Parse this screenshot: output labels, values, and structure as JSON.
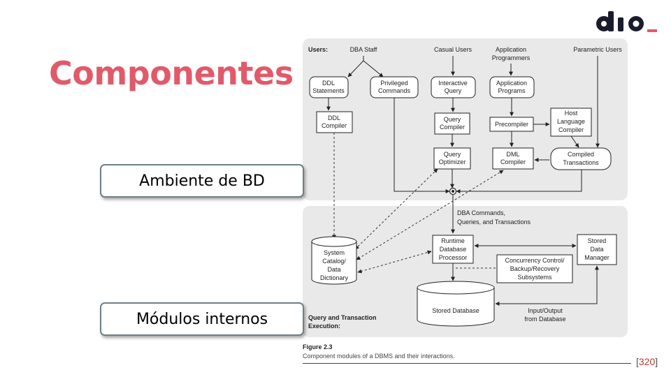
{
  "slide": {
    "title": "Componentes",
    "callouts": [
      "Ambiente de BD",
      "Módulos internos"
    ],
    "reference": {
      "open": "[",
      "number": "320",
      "close": "]"
    }
  },
  "brand": {
    "logo_text": "dio",
    "accent_color": "#e15a6a"
  },
  "figure": {
    "caption_title": "Figure 2.3",
    "caption_text": "Component modules of a DBMS and their interactions.",
    "labels": {
      "users": "Users:",
      "dba_staff": "DBA Staff",
      "casual_users": "Casual Users",
      "app_programmers": [
        "Application",
        "Programmers"
      ],
      "parametric_users": "Parametric Users",
      "ddl_statements": [
        "DDL",
        "Statements"
      ],
      "privileged_commands": [
        "Privileged",
        "Commands"
      ],
      "interactive_query": [
        "Interactive",
        "Query"
      ],
      "application_programs": [
        "Application",
        "Programs"
      ],
      "ddl_compiler": [
        "DDL",
        "Compiler"
      ],
      "query_compiler": [
        "Query",
        "Compiler"
      ],
      "precompiler": "Precompiler",
      "host_language_compiler": [
        "Host",
        "Language",
        "Compiler"
      ],
      "query_optimizer": [
        "Query",
        "Optimizer"
      ],
      "dml_compiler": [
        "DML",
        "Compiler"
      ],
      "compiled_transactions": [
        "Compiled",
        "Transactions"
      ],
      "dba_commands": [
        "DBA Commands,",
        "Queries, and Transactions"
      ],
      "system_catalog": [
        "System",
        "Catalog/",
        "Data",
        "Dictionary"
      ],
      "runtime_processor": [
        "Runtime",
        "Database",
        "Processor"
      ],
      "stored_data_manager": [
        "Stored",
        "Data",
        "Manager"
      ],
      "concurrency": [
        "Concurrency Control/",
        "Backup/Recovery",
        "Subsystems"
      ],
      "stored_database": "Stored Database",
      "io_database": [
        "Input/Output",
        "from Database"
      ],
      "query_execution": [
        "Query and Transaction",
        "Execution:"
      ]
    }
  }
}
